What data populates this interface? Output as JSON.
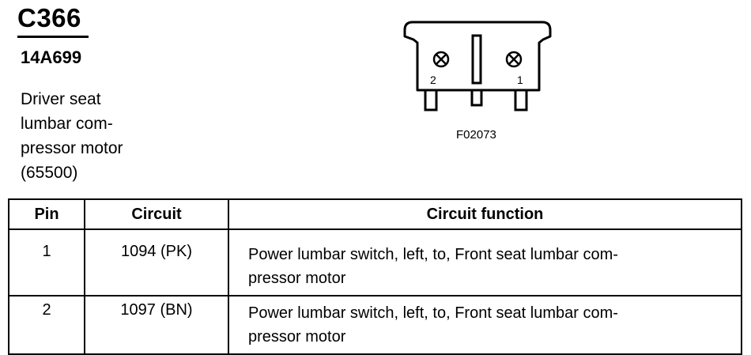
{
  "header": {
    "connector_id": "C366",
    "part_number": "14A699",
    "description_lines": [
      "Driver seat",
      "lumbar com-",
      "pressor motor",
      "(65500)"
    ]
  },
  "diagram": {
    "figure_code": "F02073",
    "pin_labels": [
      "2",
      "1"
    ]
  },
  "table": {
    "headers": [
      "Pin",
      "Circuit",
      "Circuit function"
    ],
    "rows": [
      {
        "pin": "1",
        "circuit": "1094 (PK)",
        "function_lines": [
          "Power lumbar switch, left, to, Front seat lumbar com-",
          "pressor motor"
        ]
      },
      {
        "pin": "2",
        "circuit": "1097 (BN)",
        "function_lines": [
          "Power lumbar switch, left, to, Front seat lumbar com-",
          "pressor motor"
        ]
      }
    ]
  }
}
